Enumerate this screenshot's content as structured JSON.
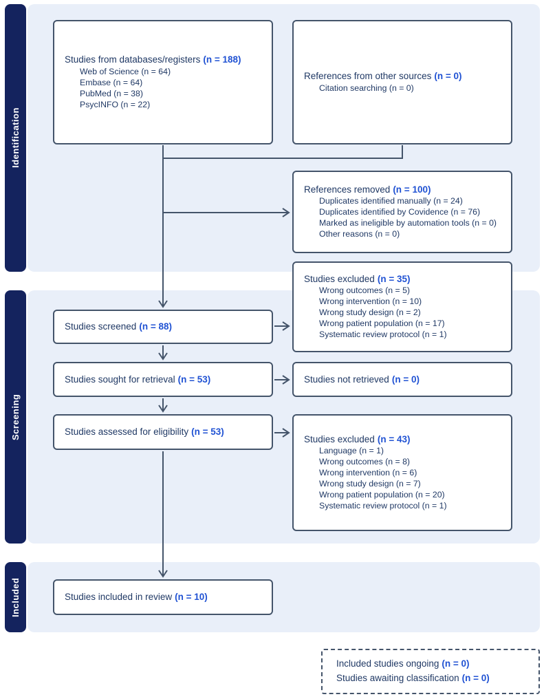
{
  "colors": {
    "sidebar_navy": "#14235e",
    "section_band": "#e9eff9",
    "box_border": "#44546a",
    "arrow": "#44546a",
    "text_navy": "#1f3864",
    "count_blue": "#2052d3"
  },
  "sections": [
    {
      "label": "Identification"
    },
    {
      "label": "Screening"
    },
    {
      "label": "Included"
    }
  ],
  "boxes": {
    "databases": {
      "title": "Studies from databases/registers",
      "count": "(n = 188)",
      "items": [
        "Web of Science (n = 64)",
        "Embase (n = 64)",
        "PubMed (n = 38)",
        "PsycINFO (n = 22)"
      ]
    },
    "other_sources": {
      "title": "References from other sources",
      "count": "(n = 0)",
      "items": [
        "Citation searching (n = 0)"
      ]
    },
    "references_removed": {
      "title": "References removed",
      "count": "(n = 100)",
      "items": [
        "Duplicates identified manually (n = 24)",
        "Duplicates identified by Covidence (n = 76)",
        "Marked as ineligible by automation tools (n = 0)",
        "Other reasons (n = 0)"
      ]
    },
    "screened": {
      "title": "Studies screened",
      "count": "(n = 88)"
    },
    "excluded_screening": {
      "title": "Studies excluded",
      "count": "(n = 35)",
      "items": [
        "Wrong outcomes (n = 5)",
        "Wrong intervention (n = 10)",
        "Wrong study design (n = 2)",
        "Wrong patient population (n = 17)",
        "Systematic review protocol (n = 1)"
      ]
    },
    "sought": {
      "title": "Studies sought for retrieval",
      "count": "(n = 53)"
    },
    "not_retrieved": {
      "title": "Studies not retrieved",
      "count": "(n = 0)"
    },
    "assessed": {
      "title": "Studies assessed for eligibility",
      "count": "(n = 53)"
    },
    "excluded_eligibility": {
      "title": "Studies excluded",
      "count": "(n = 43)",
      "items": [
        "Language (n = 1)",
        "Wrong outcomes (n = 8)",
        "Wrong intervention (n = 6)",
        "Wrong study design (n = 7)",
        "Wrong patient population (n = 20)",
        "Systematic review protocol (n = 1)"
      ]
    },
    "included_review": {
      "title": "Studies included in review",
      "count": "(n = 10)"
    },
    "awaiting": {
      "lines": [
        {
          "title": "Included studies ongoing",
          "count": "(n = 0)"
        },
        {
          "title": "Studies awaiting classification",
          "count": "(n = 0)"
        }
      ]
    }
  }
}
